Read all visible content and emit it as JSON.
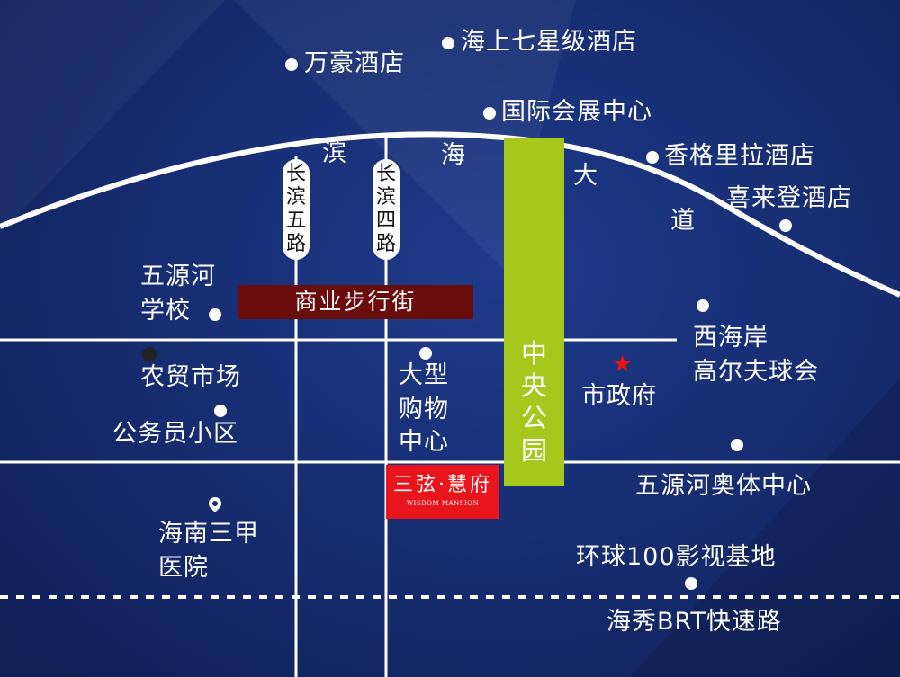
{
  "map": {
    "coastal_road": [
      "滨",
      "海",
      "大",
      "道"
    ],
    "road_left": [
      "长",
      "滨",
      "五",
      "路"
    ],
    "road_right": [
      "长",
      "滨",
      "四",
      "路"
    ],
    "commercial_street": "商业步行街",
    "central_park": [
      "中",
      "央",
      "公",
      "园"
    ],
    "brt": "海秀BRT快速路",
    "project": {
      "name": "三弦·慧府",
      "name_en": "WISDOM MANSION"
    },
    "pois": {
      "wanhao": "万豪酒店",
      "haishang": "海上七星级酒店",
      "guoji": "国际会展中心",
      "xiangge": "香格里拉酒店",
      "xilai": "喜来登酒店",
      "school_1": "五源河",
      "school_2": "学校",
      "nongmao": "农贸市场",
      "gongwu": "公务员小区",
      "mall_1": "大型",
      "mall_2": "购物",
      "mall_3": "中心",
      "shizheng": "市政府",
      "golf_1": "西海岸",
      "golf_2": "高尔夫球会",
      "sports": "五源河奥体中心",
      "hospital_1": "海南三甲",
      "hospital_2": "医院",
      "film": "环球100影视基地"
    },
    "colors": {
      "background": "#172e73",
      "park": "#a6c81d",
      "street": "#6b0c0c",
      "project": "#e8161c",
      "star": "#ee1111"
    },
    "icons": [
      "star-icon",
      "location-pin-icon"
    ]
  }
}
